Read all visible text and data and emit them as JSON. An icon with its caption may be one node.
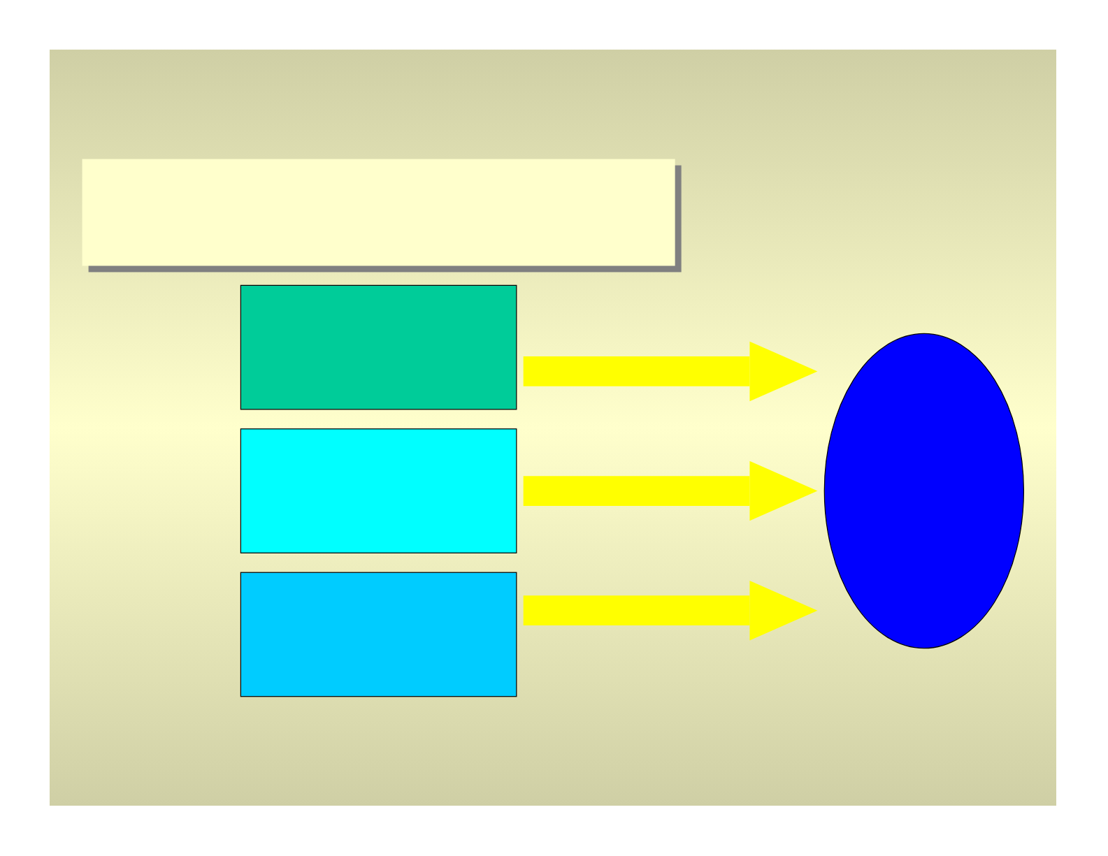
{
  "diagram": {
    "nodes": [
      {
        "text": [],
        "shape": "box"
      },
      {
        "text": [],
        "shape": "box"
      },
      {
        "text": [],
        "shape": "box"
      },
      {
        "text": [],
        "shape": "box"
      },
      {
        "text": [],
        "shape": "ellipse"
      }
    ],
    "edges": [
      {
        "from": 1,
        "to": 4,
        "arrow": "to",
        "color": "#ffff00"
      },
      {
        "from": 2,
        "to": 4,
        "arrow": "to",
        "color": "#ffff00"
      },
      {
        "from": 3,
        "to": 4,
        "arrow": "to",
        "color": "#ffff00"
      }
    ]
  }
}
